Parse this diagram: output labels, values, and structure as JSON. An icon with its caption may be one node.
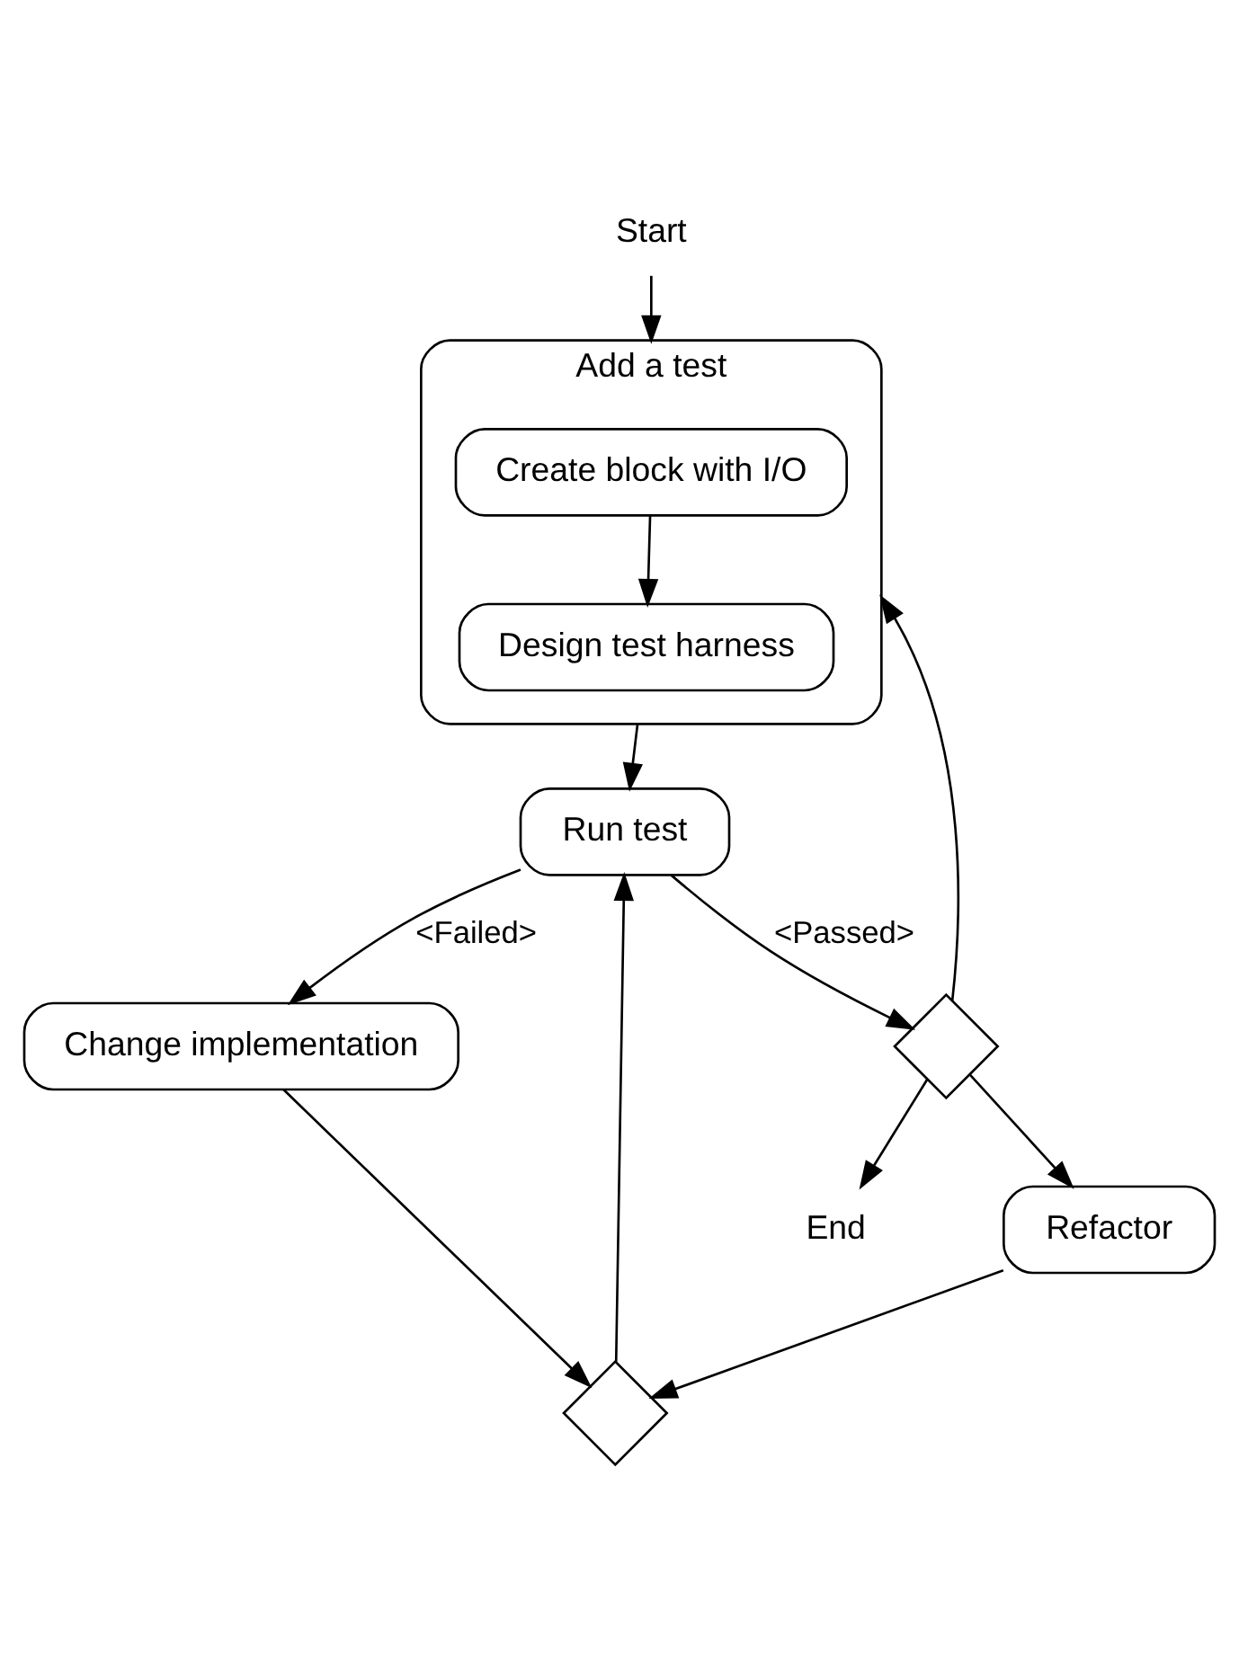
{
  "diagram": {
    "nodes": [
      {
        "text": [
          "Start"
        ]
      },
      {
        "text": [
          "Add a test"
        ]
      },
      {
        "text": [
          "Create block with I/O"
        ],
        "in": 1
      },
      {
        "text": [
          "Design test harness"
        ],
        "in": 1
      },
      {
        "text": [
          "End"
        ]
      },
      {
        "text": [],
        "shape": "diamond"
      },
      {
        "text": [
          "Refactor"
        ]
      },
      {
        "text": [
          "Run test"
        ]
      },
      {
        "text": [
          "Change implementation"
        ]
      },
      {
        "text": [],
        "shape": "diamond"
      }
    ],
    "edges": [
      {
        "from": 0,
        "to": 1,
        "arrow": "to"
      },
      {
        "from": 2,
        "to": 3,
        "arrow": "to"
      },
      {
        "from": 1,
        "to": 7,
        "arrow": "to"
      },
      {
        "from": 5,
        "to": 1,
        "arrow": "to"
      },
      {
        "from": 5,
        "to": 4,
        "arrow": "to"
      },
      {
        "from": 5,
        "to": 6,
        "arrow": "to"
      },
      {
        "from": 7,
        "to": 5,
        "arrow": "to",
        "label": "<Passed>"
      },
      {
        "from": 7,
        "to": 8,
        "arrow": "to",
        "label": "<Failed>"
      },
      {
        "from": 8,
        "to": 9,
        "arrow": "to"
      },
      {
        "from": 6,
        "to": 9,
        "arrow": "to"
      },
      {
        "from": 9,
        "to": 7,
        "arrow": "to"
      }
    ]
  }
}
